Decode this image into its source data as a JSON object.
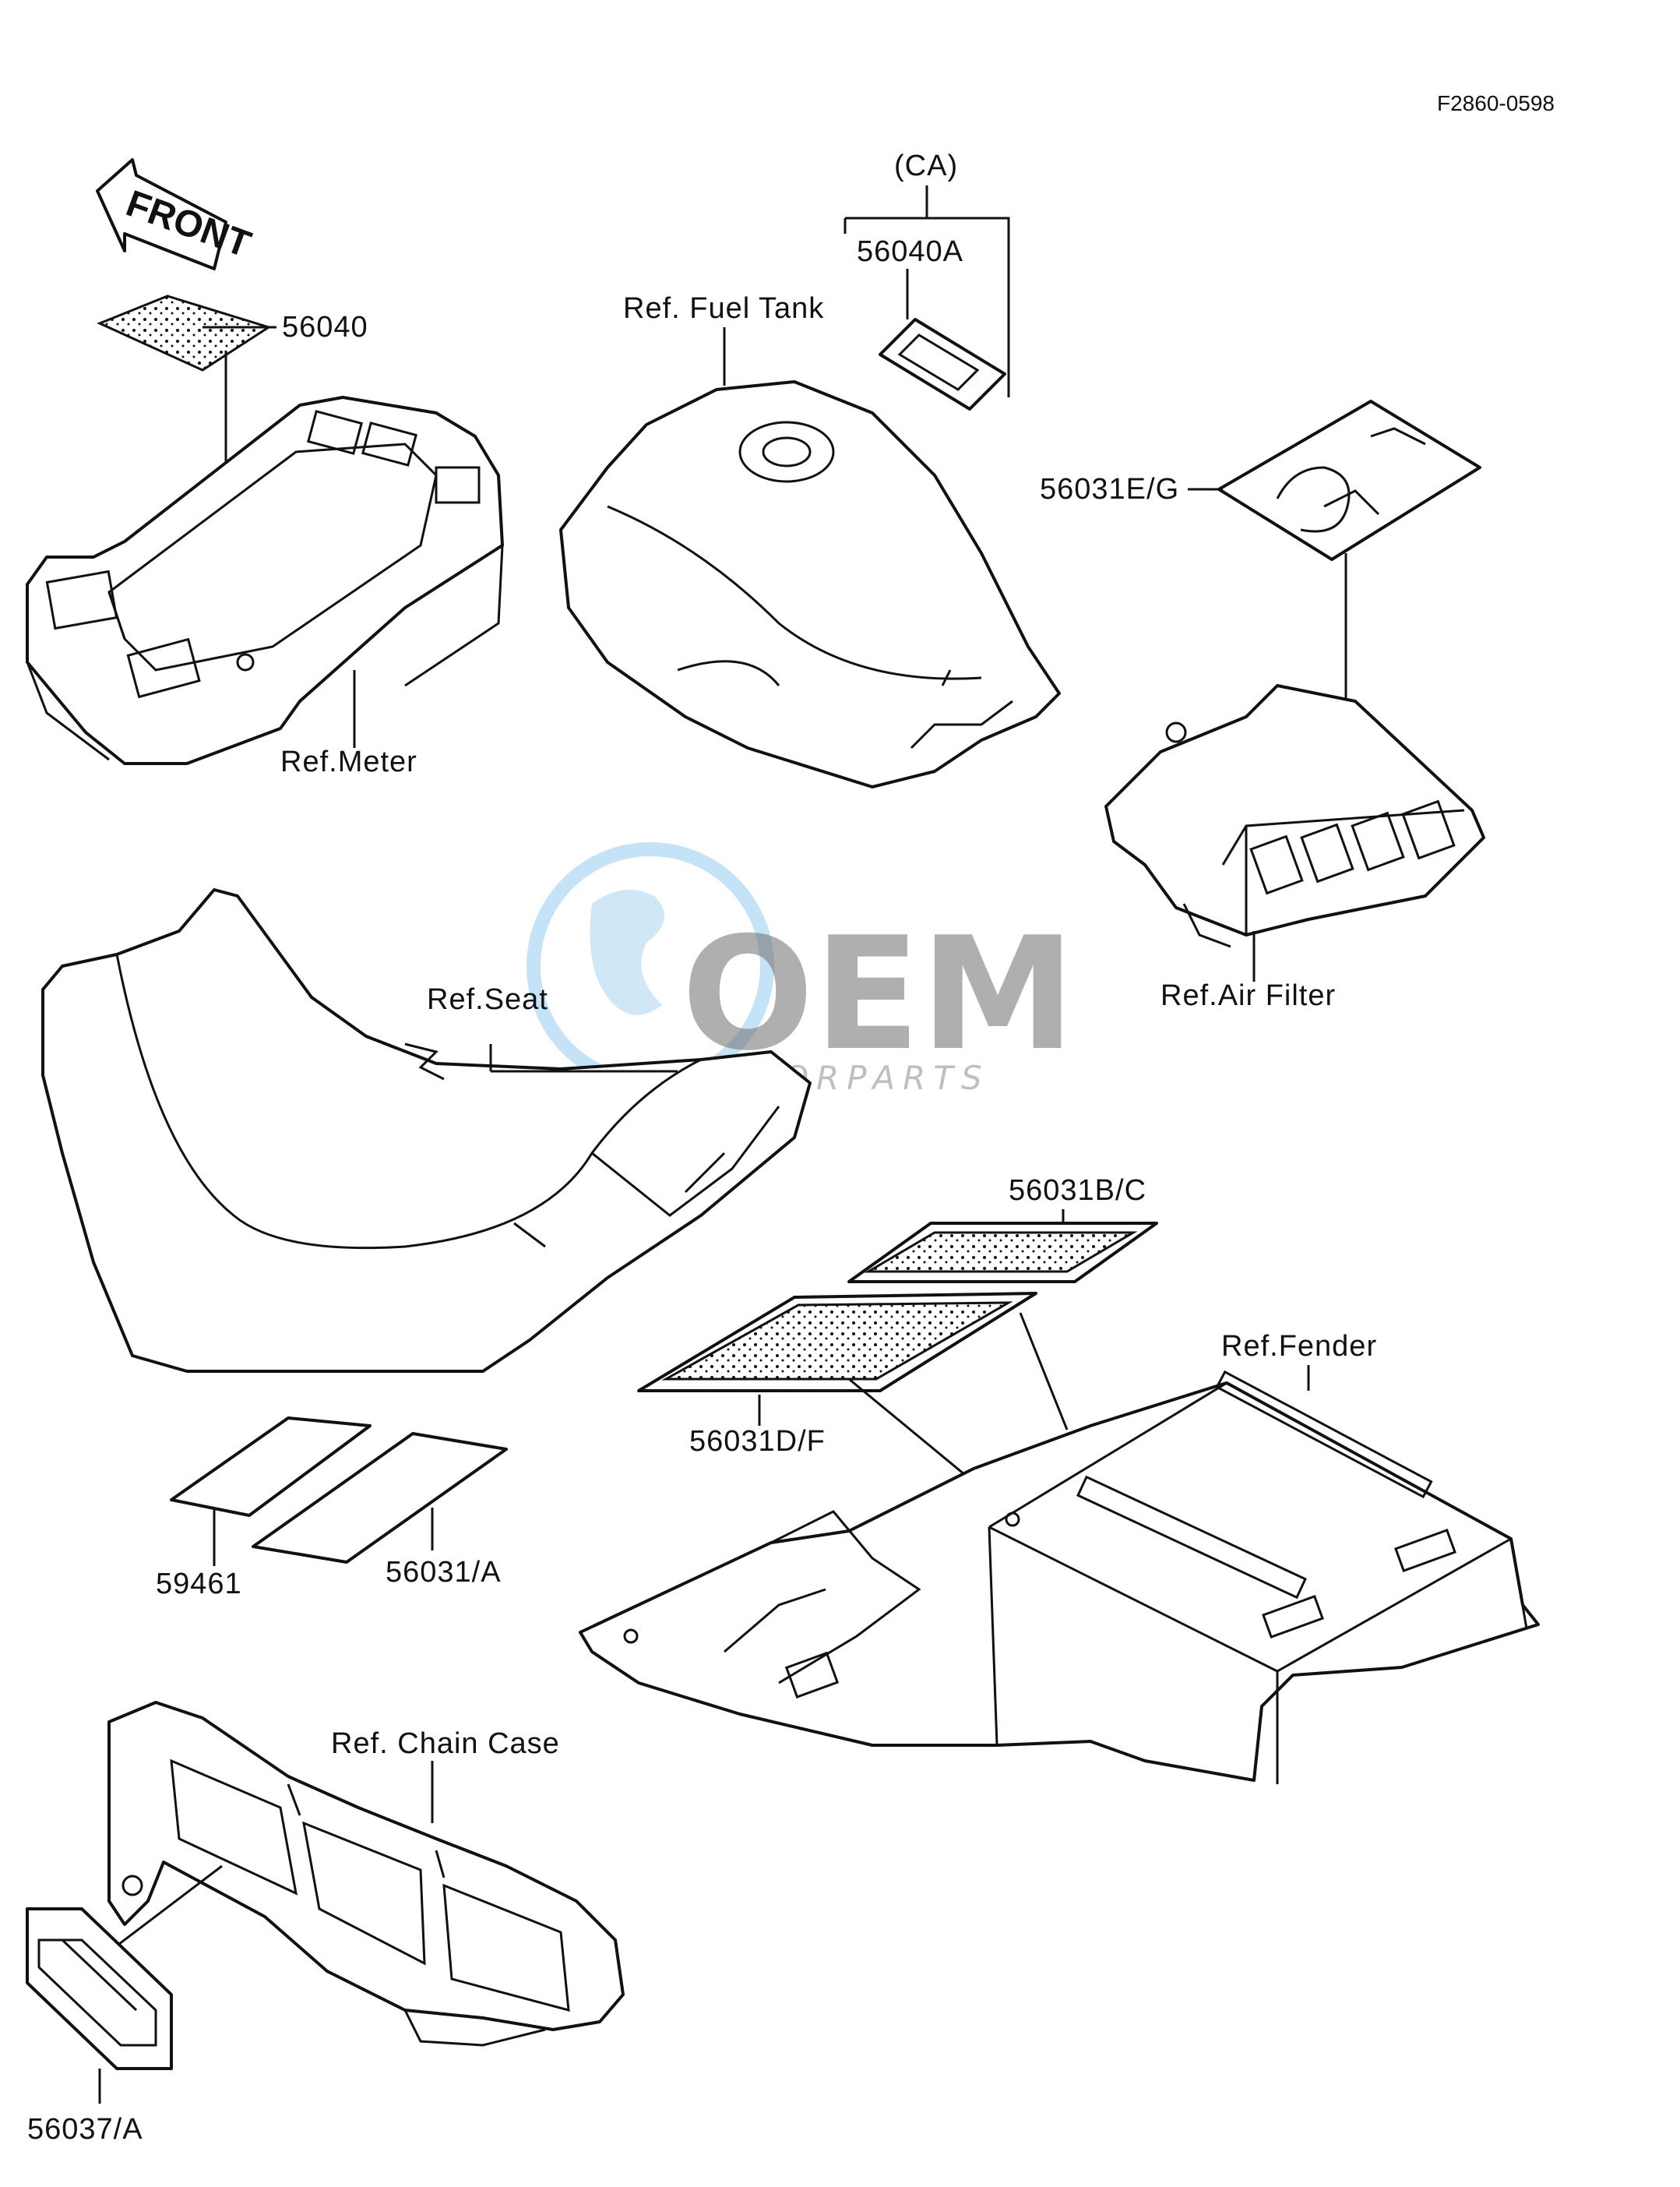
{
  "diagram_code": "F2860-0598",
  "front_arrow_text": "FRONT",
  "watermark": {
    "brand": "OEM",
    "sub": "MOTORPARTS",
    "colors": {
      "globe": "#9fd0f0",
      "letters": "#6e6e6e"
    }
  },
  "labels": {
    "ca": "(CA)",
    "p56040a": "56040A",
    "fuel_tank": "Ref. Fuel Tank",
    "p56040": "56040",
    "p56031eg": "56031E/G",
    "meter": "Ref.Meter",
    "air_filter": "Ref.Air Filter",
    "seat": "Ref.Seat",
    "p56031bc": "56031B/C",
    "fender": "Ref.Fender",
    "p56031df": "56031D/F",
    "p59461": "59461",
    "p56031a": "56031/A",
    "chain_case": "Ref. Chain Case",
    "p56037a": "56037/A"
  }
}
